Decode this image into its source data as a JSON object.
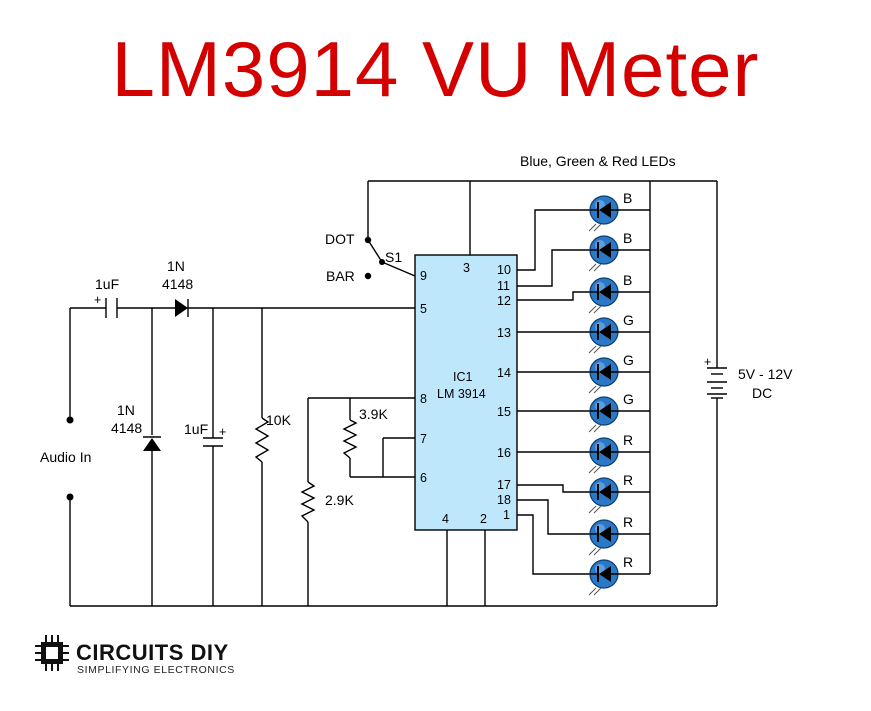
{
  "title": "LM3914 VU Meter",
  "colors": {
    "title": "#d40000",
    "ic_fill": "#bfe7fb",
    "led_fill": "#2b79c6"
  },
  "labels": {
    "led_caption": "Blue, Green & Red LEDs",
    "dot": "DOT",
    "bar": "BAR",
    "s1": "S1",
    "cap1": "1uF",
    "diode1_a": "1N",
    "diode1_b": "4148",
    "diode2_a": "1N",
    "diode2_b": "4148",
    "cap2": "1uF",
    "r_10k": "10K",
    "r_3_9k": "3.9K",
    "r_2_9k": "2.9K",
    "audio_in": "Audio In",
    "ic_ref": "IC1",
    "ic_name": "LM 3914",
    "supply_a": "5V - 12V",
    "supply_b": "DC"
  },
  "ic_pins": {
    "p3": "3",
    "p9": "9",
    "p5": "5",
    "p8": "8",
    "p7": "7",
    "p6": "6",
    "p4": "4",
    "p2": "2",
    "p10": "10",
    "p11": "11",
    "p12": "12",
    "p13": "13",
    "p14": "14",
    "p15": "15",
    "p16": "16",
    "p17": "17",
    "p18": "18",
    "p1": "1"
  },
  "leds": [
    "B",
    "B",
    "B",
    "G",
    "G",
    "G",
    "R",
    "R",
    "R",
    "R"
  ],
  "logo": {
    "name": "CIRCUITS DIY",
    "tagline": "SIMPLIFYING ELECTRONICS"
  }
}
